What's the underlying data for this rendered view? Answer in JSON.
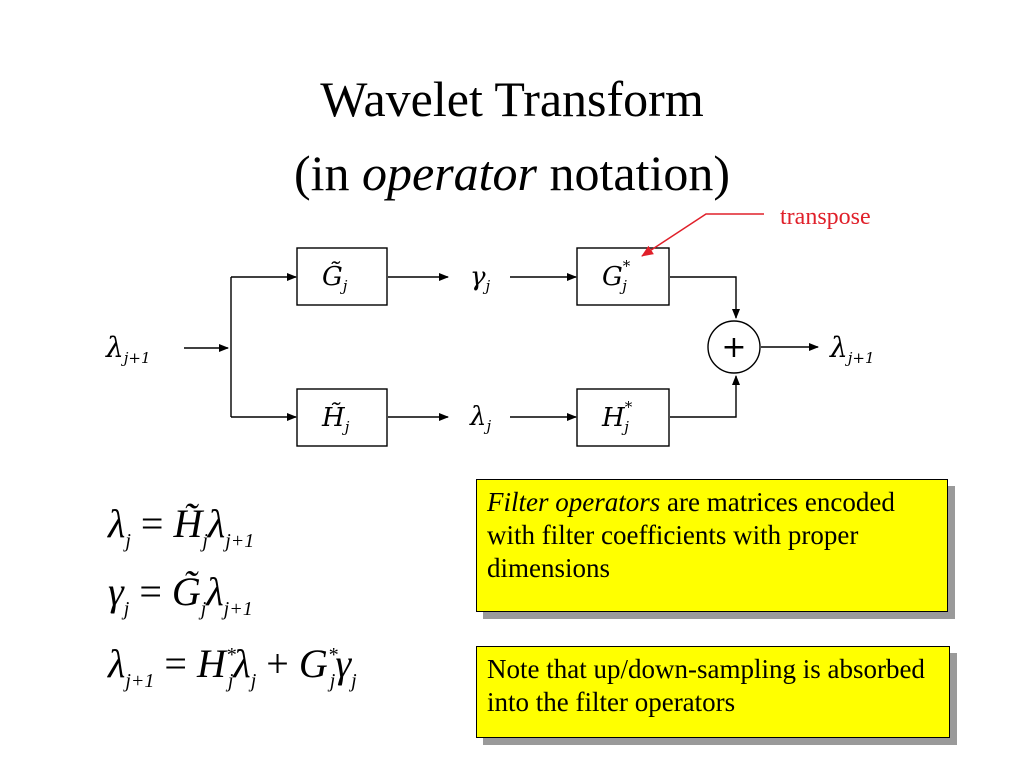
{
  "title": {
    "line1": "Wavelet Transform",
    "line2_prefix": "(in ",
    "line2_italic": "operator",
    "line2_suffix": " notation)"
  },
  "annotation": {
    "text": "transpose",
    "color": "#e0202a"
  },
  "diagram": {
    "input": {
      "sym": "λ",
      "sub": "j+1"
    },
    "output": {
      "sym": "λ",
      "sub": "j+1"
    },
    "top_filter": {
      "sym": "G̃",
      "sub": "j"
    },
    "bottom_filter": {
      "sym": "H̃",
      "sub": "j"
    },
    "top_signal": {
      "sym": "γ",
      "sub": "j"
    },
    "bottom_signal": {
      "sym": "λ",
      "sub": "j"
    },
    "top_synth": {
      "sym": "G",
      "sup": "*",
      "sub": "j"
    },
    "bottom_synth": {
      "sym": "H",
      "sup": "*",
      "sub": "j"
    },
    "adder": "+"
  },
  "equations": [
    {
      "lhs": "λ",
      "lhs_sub": "j",
      "op": "=",
      "r1": "H̃",
      "r1_sub": "j",
      "r2": "λ",
      "r2_sub": "j+1"
    },
    {
      "lhs": "γ",
      "lhs_sub": "j",
      "op": "=",
      "r1": "G̃",
      "r1_sub": "j",
      "r2": "λ",
      "r2_sub": "j+1"
    },
    {
      "lhs": "λ",
      "lhs_sub": "j+1",
      "op": "=",
      "a": "H",
      "a_sup": "*",
      "a_sub": "j",
      "b": "λ",
      "b_sub": "j",
      "plus": "+",
      "c": "G",
      "c_sup": "*",
      "c_sub": "j",
      "d": "γ",
      "d_sub": "j"
    }
  ],
  "notes": {
    "note1_italic": "Filter operators",
    "note1_rest": " are matrices encoded with filter coefficients with proper dimensions",
    "note2": "Note that up/down-sampling is absorbed into the filter operators"
  },
  "colors": {
    "note_bg": "#ffff00",
    "shadow": "#9a9a9a"
  }
}
